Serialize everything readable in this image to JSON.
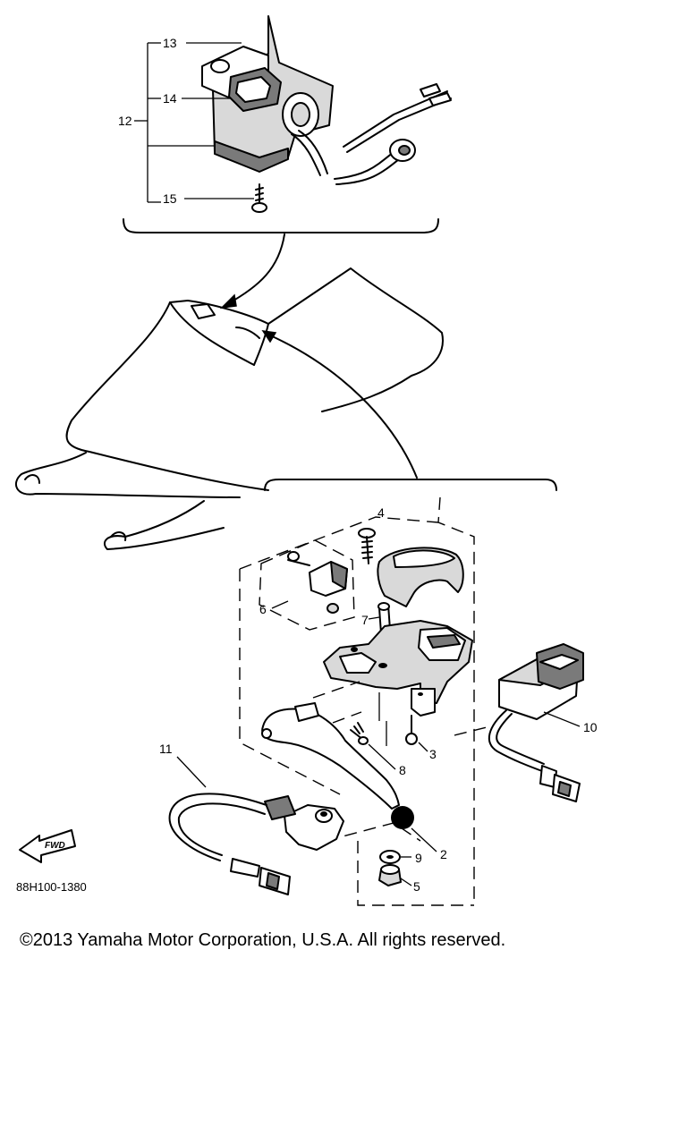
{
  "callouts": {
    "c2": "2",
    "c3": "3",
    "c4": "4",
    "c5": "5",
    "c6": "6",
    "c7": "7",
    "c8": "8",
    "c9": "9",
    "c10": "10",
    "c11": "11",
    "c12": "12",
    "c13": "13",
    "c14": "14",
    "c15": "15"
  },
  "fwd_label": "FWD",
  "diagram_code": "88H100-1380",
  "copyright": "©2013 Yamaha Motor Corporation, U.S.A. All rights reserved."
}
